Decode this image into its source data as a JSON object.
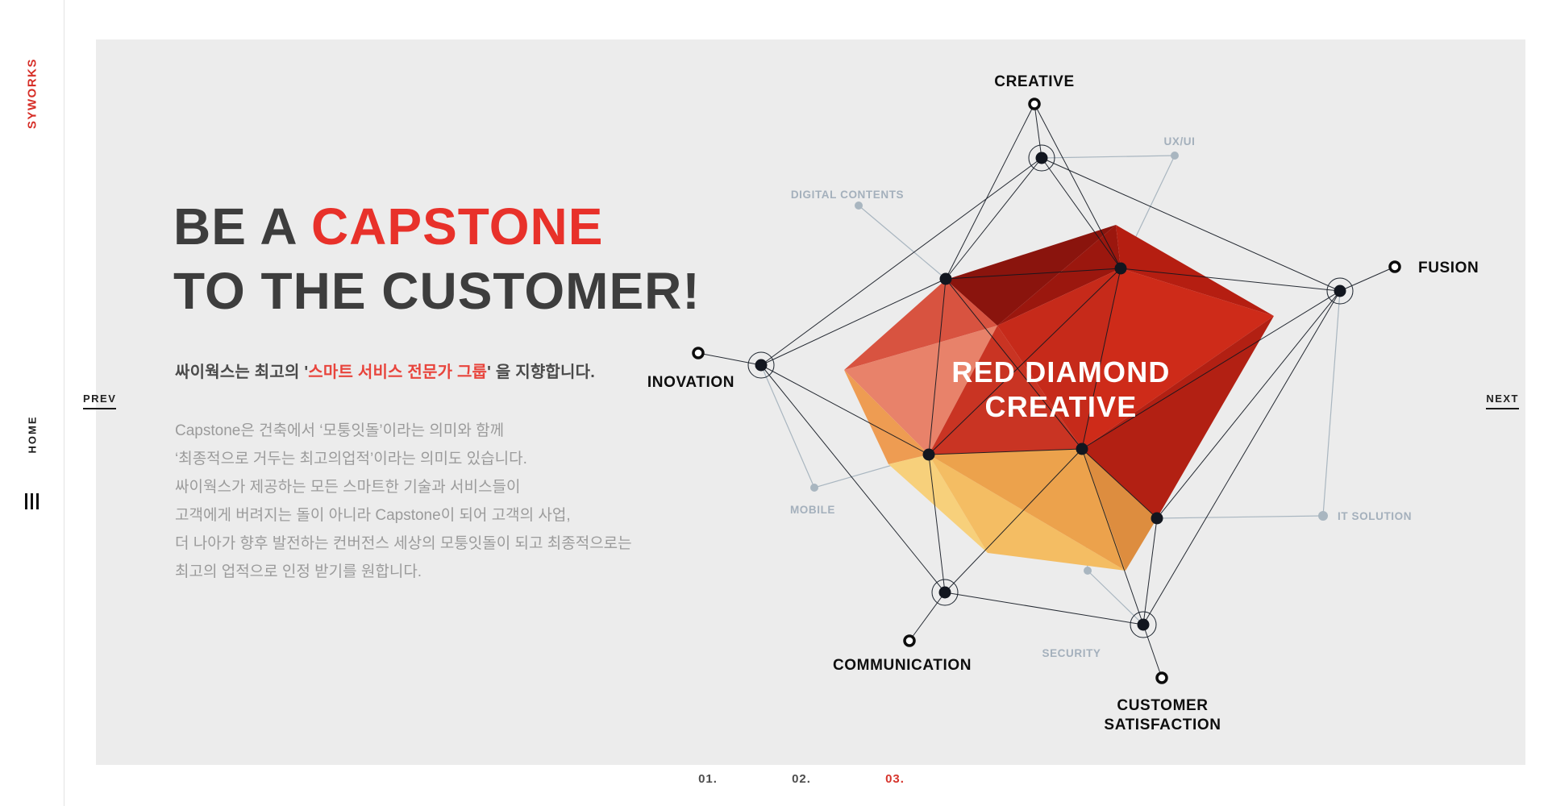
{
  "sidebar": {
    "logo": "SYWORKS",
    "home_label": "HOME"
  },
  "nav": {
    "prev_label": "PREV",
    "next_label": "NEXT"
  },
  "hero": {
    "title_prefix": "BE A ",
    "title_accent": "CAPSTONE",
    "title_line2": "TO THE CUSTOMER!",
    "subtitle_prefix": "싸이웍스는 최고의 '",
    "subtitle_accent": "스마트 서비스 전문가 그룹",
    "subtitle_suffix": "' 을 지향합니다.",
    "paragraph_lines": [
      "Capstone은 건축에서 ‘모퉁잇돌’이라는 의미와 함께",
      "‘최종적으로 거두는 최고의업적’이라는 의미도 있습니다.",
      "싸이웍스가 제공하는 모든 스마트한 기술과 서비스들이",
      "고객에게 버려지는 돌이 아니라 Capstone이 되어 고객의 사업,",
      "더 나아가 향후 발전하는 컨버전스 세상의 모퉁잇돌이 되고 최종적으로는",
      "최고의 업적으로 인정 받기를 원합니다."
    ]
  },
  "diagram": {
    "center_line1": "RED DIAMOND",
    "center_line2": "CREATIVE",
    "labels": {
      "creative": "CREATIVE",
      "uxui": "UX/UI",
      "digital_contents": "DIGITAL CONTENTS",
      "fusion": "FUSION",
      "inovation": "INOVATION",
      "mobile": "MOBILE",
      "it_solution": "IT SOLUTION",
      "communication": "COMMUNICATION",
      "security": "SECURITY",
      "customer_line1": "CUSTOMER",
      "customer_line2": "SATISFACTION"
    }
  },
  "pagination": {
    "items": [
      "01.",
      "02.",
      "03."
    ],
    "active": "03."
  },
  "colors": {
    "accent": "#e8312a",
    "panel_bg": "#ececec",
    "muted_label": "#a4b0bc"
  }
}
